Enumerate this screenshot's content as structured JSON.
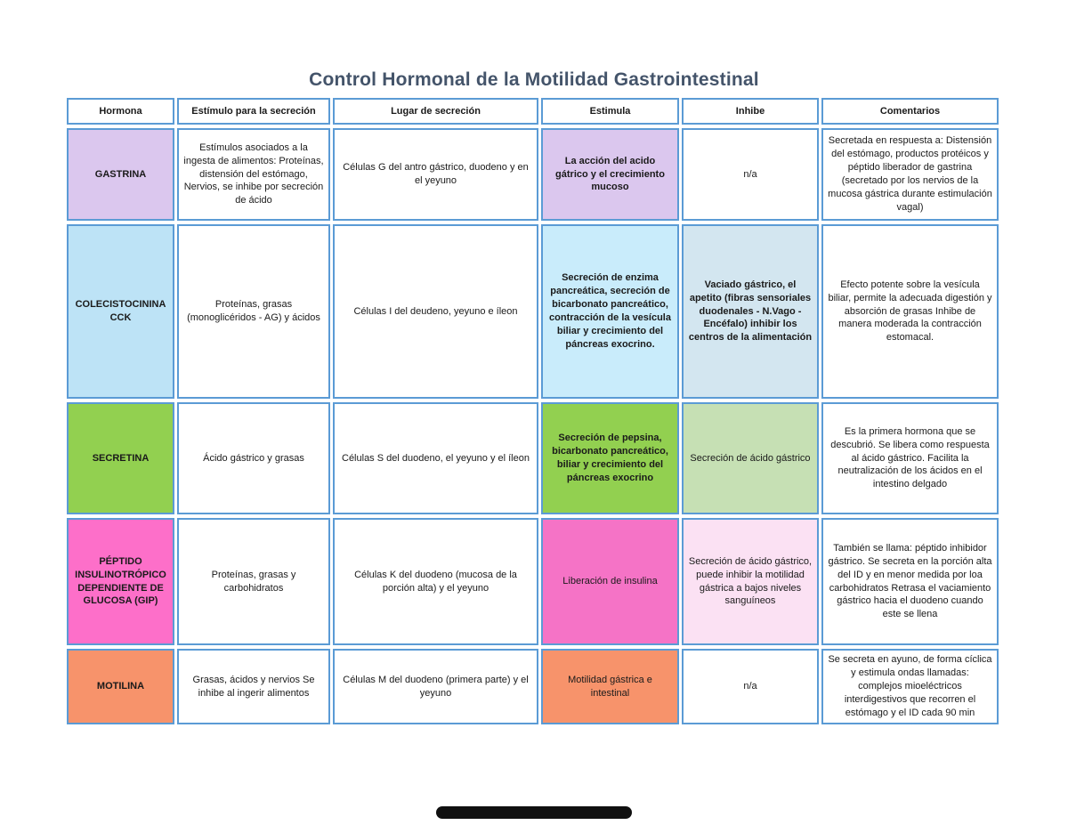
{
  "title": "Control Hormonal de la Motilidad Gastrointestinal",
  "title_color": "#44546A",
  "table": {
    "border_color": "#5B9BD5",
    "columns": [
      "Hormona",
      "Estímulo para la secreción",
      "Lugar de secreción",
      "Estimula",
      "Inhibe",
      "Comentarios"
    ],
    "rows": [
      {
        "hormona": {
          "text": "GASTRINA",
          "bg": "#DBC7EE",
          "bold": true
        },
        "estimulo": {
          "text": "Estímulos asociados a la ingesta de alimentos:  Proteínas, distensión del estómago, Nervios, se inhibe por secreción de ácido",
          "bg": "#FFFFFF",
          "bold": false
        },
        "lugar": {
          "text": "Células G del antro gástrico, duodeno y en el yeyuno",
          "bg": "#FFFFFF",
          "bold": false
        },
        "estimula": {
          "text": "La acción del acido gátrico y el crecimiento mucoso",
          "bg": "#DBC7EE",
          "bold": true
        },
        "inhibe": {
          "text": "n/a",
          "bg": "#FFFFFF",
          "bold": false
        },
        "comentarios": {
          "text": "Secretada en respuesta a: Distensión del estómago, productos protéicos y péptido liberador de gastrina (secretado por los nervios de la mucosa gástrica durante estimulación vagal)",
          "bg": "#FFFFFF",
          "bold": false
        }
      },
      {
        "hormona": {
          "text": "COLECISTOCININA CCK",
          "bg": "#BDE3F6",
          "bold": true
        },
        "estimulo": {
          "text": "Proteínas, grasas (monoglicéridos - AG) y ácidos",
          "bg": "#FFFFFF",
          "bold": false
        },
        "lugar": {
          "text": "Células I del deudeno,  yeyuno e íleon",
          "bg": "#FFFFFF",
          "bold": false
        },
        "estimula": {
          "text": "Secreción de enzima pancreática, secreción de bicarbonato pancreático, contracción de la vesícula biliar y crecimiento del páncreas exocrino.",
          "bg": "#C9ECFB",
          "bold": true
        },
        "inhibe": {
          "text": "Vaciado gástrico, el apetito (fibras sensoriales duodenales - N.Vago - Encéfalo) inhibir los centros de la alimentación",
          "bg": "#D3E6F0",
          "bold": true
        },
        "comentarios": {
          "text": "Efecto potente sobre la vesícula biliar, permite la adecuada digestión y absorción de grasas  Inhibe de manera moderada la contracción estomacal.",
          "bg": "#FFFFFF",
          "bold": false
        }
      },
      {
        "hormona": {
          "text": "SECRETINA",
          "bg": "#92D050",
          "bold": true
        },
        "estimulo": {
          "text": "Ácido gástrico y grasas",
          "bg": "#FFFFFF",
          "bold": false
        },
        "lugar": {
          "text": "Células S del duodeno, el yeyuno y el íleon",
          "bg": "#FFFFFF",
          "bold": false
        },
        "estimula": {
          "text": "Secreción de pepsina, bicarbonato pancreático, biliar y crecimiento del páncreas exocrino",
          "bg": "#92D050",
          "bold": true
        },
        "inhibe": {
          "text": "Secreción de ácido gástrico",
          "bg": "#C6E0B4",
          "bold": false
        },
        "comentarios": {
          "text": "Es la primera hormona que se descubrió. Se libera como respuesta al ácido gástrico. Facilita la neutralización de los ácidos en el intestino delgado",
          "bg": "#FFFFFF",
          "bold": false
        }
      },
      {
        "hormona": {
          "text": "PÉPTIDO INSULINOTRÓPICO DEPENDIENTE DE GLUCOSA (GIP)",
          "bg": "#FD6FC9",
          "bold": true
        },
        "estimulo": {
          "text": "Proteínas, grasas y carbohidratos",
          "bg": "#FFFFFF",
          "bold": false
        },
        "lugar": {
          "text": "Células K del duodeno (mucosa de la porción alta) y el yeyuno",
          "bg": "#FFFFFF",
          "bold": false
        },
        "estimula": {
          "text": "Liberación de insulina",
          "bg": "#F573C6",
          "bold": false
        },
        "inhibe": {
          "text": "Secreción de ácido gástrico, puede inhibir la motilidad gástrica a bajos niveles sanguíneos",
          "bg": "#FBE1F3",
          "bold": false
        },
        "comentarios": {
          "text": "También se llama: péptido inhibidor gástrico. Se secreta en la porción alta del ID y en menor medida por loa carbohidratos  Retrasa el vaciamiento gástrico hacia el duodeno cuando este se llena",
          "bg": "#FFFFFF",
          "bold": false
        }
      },
      {
        "hormona": {
          "text": "MOTILINA",
          "bg": "#F7936B",
          "bold": true
        },
        "estimulo": {
          "text": "Grasas, ácidos y nervios Se inhibe al ingerir alimentos",
          "bg": "#FFFFFF",
          "bold": false
        },
        "lugar": {
          "text": "Células M del duodeno (primera parte) y el yeyuno",
          "bg": "#FFFFFF",
          "bold": false
        },
        "estimula": {
          "text": "Motilidad gástrica e intestinal",
          "bg": "#F7936B",
          "bold": false
        },
        "inhibe": {
          "text": "n/a",
          "bg": "#FFFFFF",
          "bold": false
        },
        "comentarios": {
          "text": "Se secreta en ayuno, de forma cíclica y estimula ondas llamadas: complejos mioeléctricos interdigestivos que recorren el estómago y el ID cada 90 min",
          "bg": "#FFFFFF",
          "bold": false
        }
      }
    ]
  }
}
